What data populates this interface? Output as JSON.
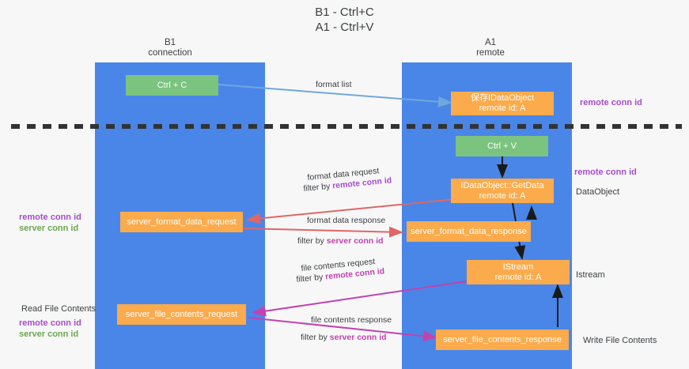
{
  "diagram": {
    "title": "B1 - Ctrl+C\nA1 - Ctrl+V",
    "columns": [
      {
        "id": "b1",
        "title": "B1\nconnection"
      },
      {
        "id": "a1",
        "title": "A1\nremote"
      }
    ],
    "nodes": [
      {
        "id": "ctrl-c",
        "line1": "Ctrl + C",
        "line2": "",
        "color": "green"
      },
      {
        "id": "save-idataobject",
        "line1": "保存IDataObject",
        "line2": "remote id: A",
        "color": "orange"
      },
      {
        "id": "ctrl-v",
        "line1": "Ctrl + V",
        "line2": "",
        "color": "green"
      },
      {
        "id": "idataobject-getdata",
        "line1": "IDataObject::GetData",
        "line2": "remote id: A",
        "color": "orange"
      },
      {
        "id": "server-format-data-request",
        "line1": "server_format_data_request",
        "line2": "",
        "color": "orange"
      },
      {
        "id": "server-format-data-response",
        "line1": "server_format_data_response",
        "line2": "",
        "color": "orange"
      },
      {
        "id": "istream",
        "line1": "IStream",
        "line2": "remote id: A",
        "color": "orange"
      },
      {
        "id": "server-file-contents-request",
        "line1": "server_file_contents_request",
        "line2": "",
        "color": "orange"
      },
      {
        "id": "server-file-contents-response",
        "line1": "server_file_contents_response",
        "line2": "",
        "color": "orange"
      }
    ],
    "edge_labels": {
      "format_list": "format list",
      "format_data_request": "format data request",
      "format_data_request_filter_prefix": "filter by ",
      "format_data_request_filter_key": "remote conn id",
      "format_data_response": "format data response",
      "format_data_response_filter_prefix": "filter by ",
      "format_data_response_filter_key": "server conn id",
      "file_contents_request": "file contents request",
      "file_contents_request_filter_prefix": "filter by ",
      "file_contents_request_filter_key": "remote conn id",
      "file_contents_response": "file contents response",
      "file_contents_response_filter_prefix": "filter by ",
      "file_contents_response_filter_key": "server conn id"
    },
    "right_labels": [
      {
        "id": "right-remote-conn-id-top",
        "text": "remote conn id",
        "style": "purple"
      },
      {
        "id": "right-remote-conn-id-middle",
        "text": "remote conn id",
        "style": "purple"
      },
      {
        "id": "right-dataobject",
        "text": "DataObject",
        "style": "plain"
      },
      {
        "id": "right-istream",
        "text": "Istream",
        "style": "plain"
      },
      {
        "id": "right-write-file-contents",
        "text": "Write File Contents",
        "style": "plain"
      }
    ],
    "left_labels": [
      {
        "id": "left-remote-conn-id-1",
        "text": "remote conn id",
        "style": "purple"
      },
      {
        "id": "left-server-conn-id-1",
        "text": "server conn id",
        "style": "green"
      },
      {
        "id": "left-read-file-contents",
        "text": "Read File Contents",
        "style": "plain"
      },
      {
        "id": "left-remote-conn-id-2",
        "text": "remote conn id",
        "style": "purple"
      },
      {
        "id": "left-server-conn-id-2",
        "text": "server conn id",
        "style": "green"
      }
    ],
    "colors": {
      "lane": "#4a86e8",
      "green_box": "#7ac47f",
      "orange_box": "#fbab4c",
      "divider": "#333333",
      "arrow_blue": "#6fa8dc",
      "arrow_red": "#e06666",
      "arrow_magenta": "#c043b0",
      "arrow_dark": "#1a1a1a",
      "purple_text": "#a64ccb",
      "green_text": "#6aa84f",
      "background": "#f7f7f7"
    }
  }
}
